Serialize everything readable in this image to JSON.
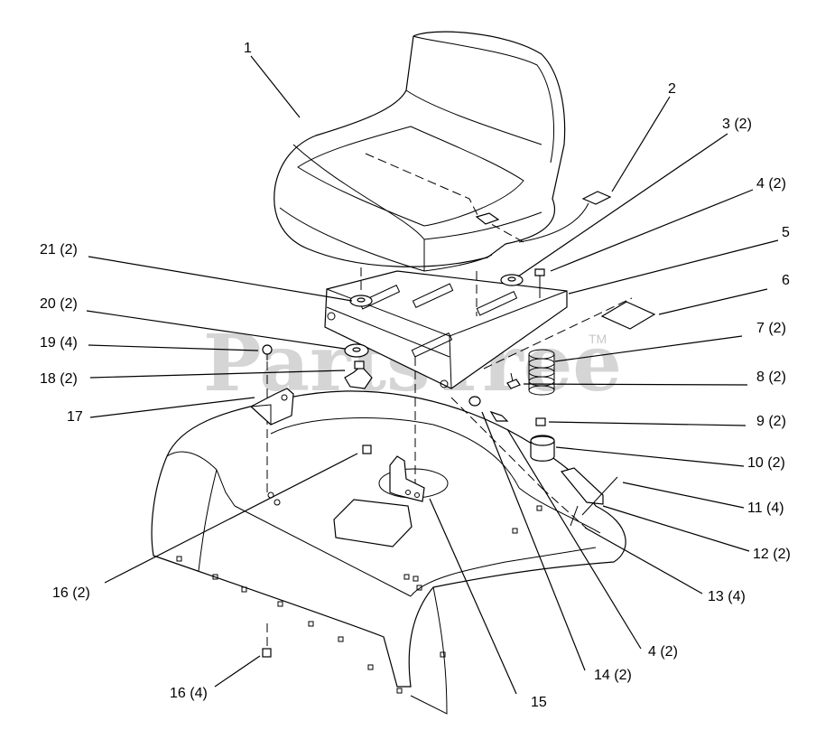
{
  "watermark": {
    "text": "PartsTree",
    "mark": "TM"
  },
  "callouts": [
    {
      "id": "c1",
      "text": "1"
    },
    {
      "id": "c2",
      "text": "2"
    },
    {
      "id": "c3",
      "text": "3 (2)"
    },
    {
      "id": "c4a",
      "text": "4 (2)"
    },
    {
      "id": "c5",
      "text": "5"
    },
    {
      "id": "c6",
      "text": "6"
    },
    {
      "id": "c7",
      "text": "7 (2)"
    },
    {
      "id": "c8",
      "text": "8 (2)"
    },
    {
      "id": "c9",
      "text": "9 (2)"
    },
    {
      "id": "c10",
      "text": "10 (2)"
    },
    {
      "id": "c11",
      "text": "11 (4)"
    },
    {
      "id": "c12",
      "text": "12 (2)"
    },
    {
      "id": "c13",
      "text": "13 (4)"
    },
    {
      "id": "c4b",
      "text": "4 (2)"
    },
    {
      "id": "c14",
      "text": "14 (2)"
    },
    {
      "id": "c15",
      "text": "15"
    },
    {
      "id": "c16a",
      "text": "16 (4)"
    },
    {
      "id": "c16b",
      "text": "16 (2)"
    },
    {
      "id": "c17",
      "text": "17"
    },
    {
      "id": "c18",
      "text": "18 (2)"
    },
    {
      "id": "c19",
      "text": "19 (4)"
    },
    {
      "id": "c20",
      "text": "20 (2)"
    },
    {
      "id": "c21",
      "text": "21 (2)"
    }
  ]
}
